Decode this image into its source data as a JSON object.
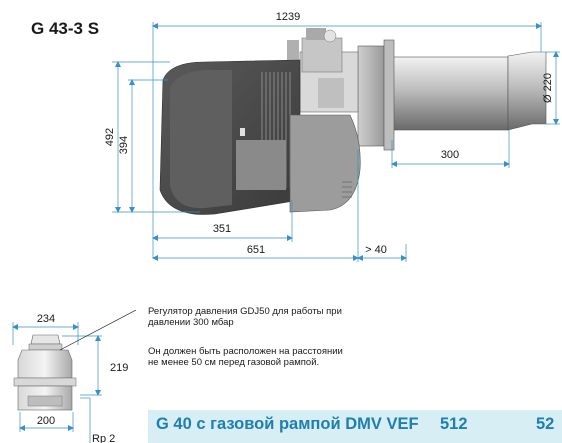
{
  "model_title": "G 43-3 S",
  "dimensions": {
    "overall_length": "1239",
    "tube_diameter": "Ø 220",
    "tube_length": "300",
    "height_total": "492",
    "height_body": "394",
    "depth_front": "351",
    "depth_total": "651",
    "clearance": "> 40"
  },
  "regulator": {
    "width": "234",
    "height": "219",
    "base_width": "200",
    "thread": "Rp 2"
  },
  "notes": {
    "note1_line1": "Регулятор давления GDJ50 для работы при",
    "note1_line2": "давлении 300 мбар",
    "note2_line1": "Он должен быть расположен на расстоянии",
    "note2_line2": "не менее 50 см перед  газовой рампой."
  },
  "banner": {
    "label": "G 40 с газовой рампой DMV VEF",
    "value1": "512",
    "value2": "52"
  },
  "colors": {
    "accent": "#1f7fb0",
    "banner_bg": "#d6eef4",
    "dim_line": "#3a8fc7",
    "body_dark": "#4a4a4a",
    "body_light": "#9a9a9a"
  }
}
